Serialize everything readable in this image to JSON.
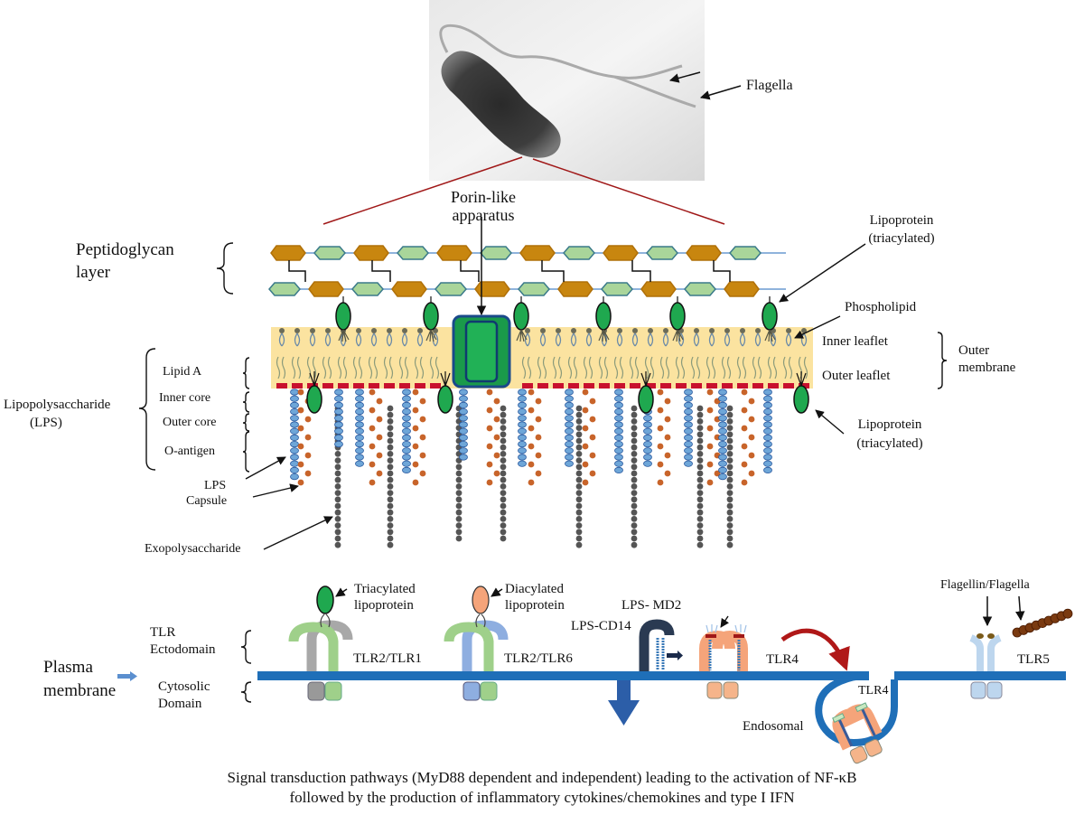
{
  "micrograph": {
    "flagella_label": "Flagella"
  },
  "cell_envelope": {
    "porin_label_line1": "Porin-like",
    "porin_label_line2": "apparatus",
    "peptidoglycan_label_line1": "Peptidoglycan",
    "peptidoglycan_label_line2": "layer",
    "lipoprotein_top_line1": "Lipoprotein",
    "lipoprotein_top_line2": "(triacylated)",
    "phospholipid_label": "Phospholipid",
    "inner_leaflet_label": "Inner leaflet",
    "outer_leaflet_label": "Outer leaflet",
    "outer_membrane_line1": "Outer",
    "outer_membrane_line2": "membrane",
    "lipoprotein_bottom_line1": "Lipoprotein",
    "lipoprotein_bottom_line2": "(triacylated)",
    "lps_label_line1": "Lipopolysaccharide",
    "lps_label_line2": "(LPS)",
    "lipid_a_label": "Lipid A",
    "inner_core_label": "Inner core",
    "outer_core_label": "Outer core",
    "o_antigen_label": "O-antigen",
    "lps_chain_label": "LPS",
    "capsule_label": "Capsule",
    "exopolysaccharide_label": "Exopolysaccharide"
  },
  "receptors": {
    "plasma_membrane_line1": "Plasma",
    "plasma_membrane_line2": "membrane",
    "tlr_ectodomain_line1": "TLR",
    "tlr_ectodomain_line2": "Ectodomain",
    "cytosolic_line1": "Cytosolic",
    "cytosolic_line2": "Domain",
    "triacylated_line1": "Triacylated",
    "triacylated_line2": "lipoprotein",
    "diacylated_line1": "Diacylated",
    "diacylated_line2": "lipoprotein",
    "tlr2_tlr1_label": "TLR2/TLR1",
    "tlr2_tlr6_label": "TLR2/TLR6",
    "lps_cd14_label": "LPS-CD14",
    "lps_md2_label": "LPS- MD2",
    "tlr4_label": "TLR4",
    "tlr4_endosomal_label": "TLR4",
    "endosomal_label": "Endosomal",
    "flagellin_label": "Flagellin/Flagella",
    "tlr5_label": "TLR5"
  },
  "caption": {
    "line1": "Signal transduction pathways (MyD88 dependent and independent) leading to the activation of NF-κB",
    "line2": "followed by the production of inflammatory cytokines/chemokines and type I IFN"
  },
  "colors": {
    "membrane_blue": "#1f6fb8",
    "leaflet_yellow": "#fbe3a0",
    "lipoprotein_green": "#1fa84f",
    "peptide_orange": "#c8860f",
    "glycan_green": "#a9d59a",
    "lps_blue": "#6ea6d8",
    "capsule_orange": "#c8642a",
    "exo_gray": "#555555",
    "tlr_green": "#9fd08a",
    "tlr_gray": "#a8a8a8",
    "tlr_blue": "#8eaee0",
    "tlr4_peach": "#f5a47a",
    "tlr5_lightblue": "#bdd6ee",
    "arrow_red": "#b01818"
  }
}
